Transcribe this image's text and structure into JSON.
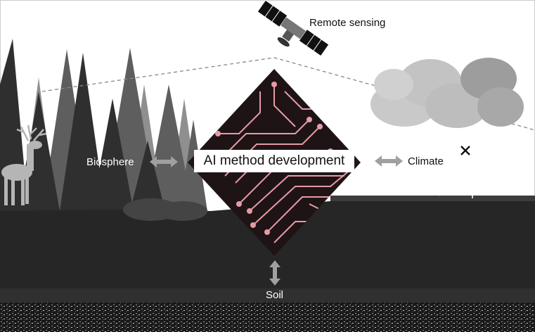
{
  "labels": {
    "remote_sensing": "Remote sensing",
    "biosphere": "Biosphere",
    "climate": "Climate",
    "soil": "Soil",
    "center": "AI method development"
  },
  "colors": {
    "background": "#ffffff",
    "ground": "#262626",
    "forest_dark": "#2d2d2d",
    "forest_mid": "#5a5a5a",
    "forest_light": "#8a8a8a",
    "cloud": "#b8b8b8",
    "arrow": "#9a9a9a",
    "circuit_bg": "#1e1416",
    "circuit_trace": "#e89aa6"
  },
  "icons": [
    "satellite-icon",
    "deer-icon",
    "weather-station-icon",
    "cloud-icon",
    "circuit-board-icon"
  ]
}
